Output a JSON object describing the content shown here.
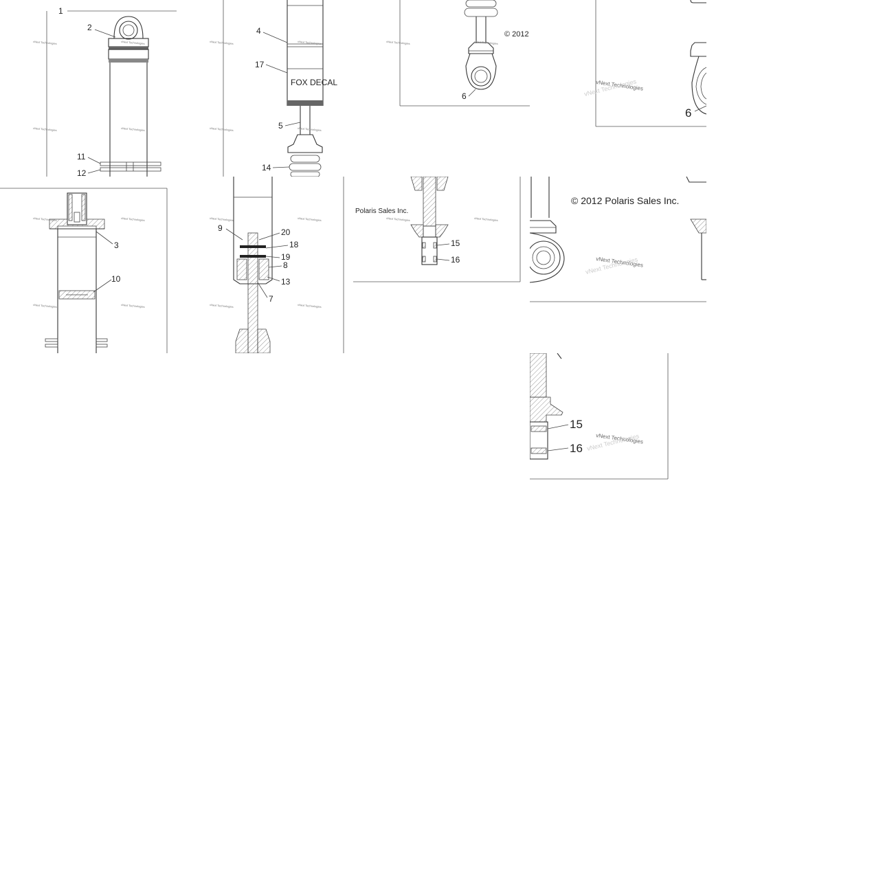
{
  "diagram": {
    "tile1": {
      "callouts": [
        "1",
        "2",
        "11",
        "12"
      ],
      "watermark": "vNext Technologies"
    },
    "tile2": {
      "callouts": [
        "4",
        "17",
        "5",
        "14"
      ],
      "decal": "FOX DECAL",
      "watermark": "vNext Technologies"
    },
    "tile3": {
      "callouts": [
        "6"
      ],
      "copyright": "© 2012",
      "watermark": "vNext Technologies"
    },
    "tile4": {
      "callouts": [
        "6"
      ],
      "watermark": "vNext Technologies"
    },
    "tile5": {
      "callouts": [
        "3",
        "10"
      ],
      "watermark": "vNext Technologies"
    },
    "tile6": {
      "callouts": [
        "9",
        "20",
        "18",
        "19",
        "8",
        "13",
        "7"
      ],
      "watermark": "vNext Technologies"
    },
    "tile7": {
      "callouts": [
        "15",
        "16"
      ],
      "company": "Polaris Sales Inc.",
      "watermark": "vNext Technologies"
    },
    "tile8": {
      "copyright": "© 2012 Polaris Sales Inc.",
      "watermark": "vNext Technologies"
    },
    "tile9": {
      "callouts": [
        "15",
        "16"
      ],
      "watermark": "vNext Technologies"
    }
  },
  "colors": {
    "line": "#444444",
    "band": "#555555",
    "background": "#ffffff"
  }
}
